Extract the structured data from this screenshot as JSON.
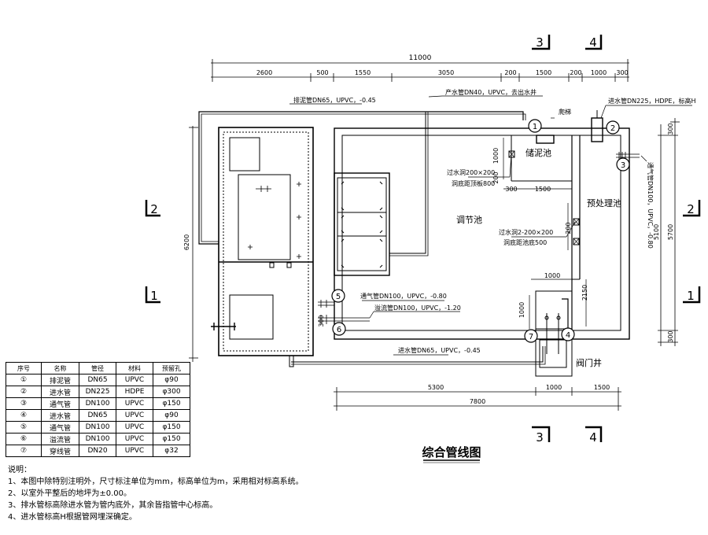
{
  "title": "综合管线图",
  "section_markers": {
    "top": [
      "3",
      "4"
    ],
    "bottom": [
      "3",
      "4"
    ],
    "left": [
      "2",
      "1"
    ],
    "right": [
      "2",
      "1"
    ]
  },
  "dimensions": {
    "top_total": "11000",
    "top_segments": [
      "2600",
      "500",
      "1550",
      "3050",
      "200",
      "1500",
      "200",
      "1000",
      "300"
    ],
    "left_total": "6200",
    "right_outer": "5700",
    "right_inner": "5100",
    "right_small_top": "300",
    "right_small_bottom": "300",
    "bottom_segments": [
      "5300",
      "1000",
      "1500"
    ],
    "bottom_total": "7800",
    "inner_1000_a": "1000",
    "inner_200": "200",
    "inner_300": "300",
    "inner_1500": "1500",
    "inner_2150": "2150",
    "inner_1000_b": "1000",
    "inner_1000_c": "1000",
    "inner_300_left": "300",
    "inner_200_left": "200"
  },
  "pipe_labels": {
    "p1": "排泥管DN65，UPVC，-0.45",
    "p_prod": "产水管DN40，UPVC，去出水井",
    "p2": "进水管DN225，HDPE，标高H",
    "p3": "通气管DN100，UPVC，-0.80",
    "p5": "通气管DN100，UPVC，-0.80",
    "p6": "溢流管DN100，UPVC，-1.20",
    "p4": "进水管DN65，UPVC，-0.45",
    "ladder": "爬梯"
  },
  "room_labels": {
    "sludge": "储泥池",
    "adjust": "调节池",
    "pretreat": "预处理池",
    "valve": "阀门井"
  },
  "openings": {
    "o1_a": "过水洞200×200",
    "o1_b": "洞底距顶板800",
    "o2_a": "过水洞2-200×200",
    "o2_b": "洞底距池底500"
  },
  "circle_ids": [
    "1",
    "2",
    "3",
    "4",
    "5",
    "6",
    "7"
  ],
  "legend": {
    "headers": [
      "序号",
      "名称",
      "管径",
      "材料",
      "预留孔"
    ],
    "rows": [
      [
        "①",
        "排泥管",
        "DN65",
        "UPVC",
        "φ90"
      ],
      [
        "②",
        "进水管",
        "DN225",
        "HDPE",
        "φ300"
      ],
      [
        "③",
        "通气管",
        "DN100",
        "UPVC",
        "φ150"
      ],
      [
        "④",
        "进水管",
        "DN65",
        "UPVC",
        "φ90"
      ],
      [
        "⑤",
        "通气管",
        "DN100",
        "UPVC",
        "φ150"
      ],
      [
        "⑥",
        "溢流管",
        "DN100",
        "UPVC",
        "φ150"
      ],
      [
        "⑦",
        "穿线管",
        "DN20",
        "UPVC",
        "φ32"
      ]
    ]
  },
  "notes": {
    "heading": "说明：",
    "items": [
      "1、本图中除特别注明外，尺寸标注单位为mm，标高单位为m，采用相对标高系统。",
      "2、以室外平整后的地坪为±0.00。",
      "3、排水管标高除进水管为管内底外，其余皆指管中心标高。",
      "4、进水管标高H根据管网埋深确定。"
    ]
  }
}
